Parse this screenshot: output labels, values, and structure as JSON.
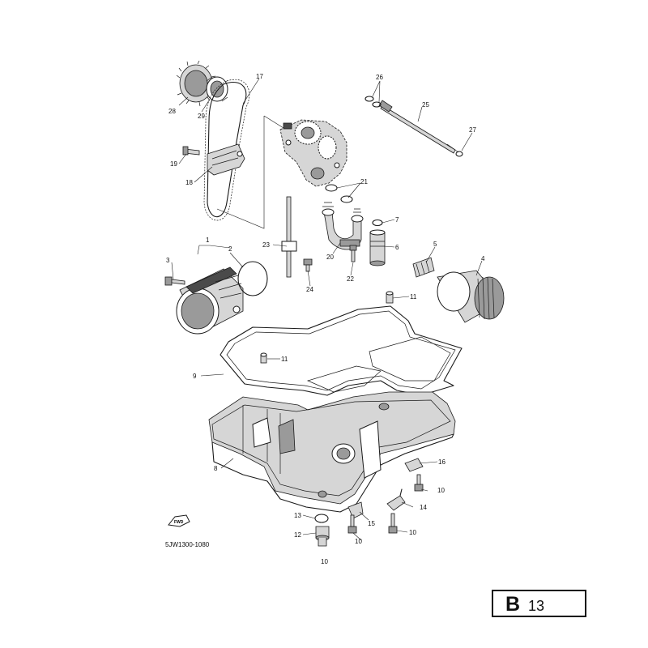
{
  "diagram": {
    "drawing_code": "5JW1300-1080",
    "page_badge": {
      "letter": "B",
      "number": "13"
    },
    "fwd_label": "FWD",
    "callouts": [
      "1",
      "2",
      "3",
      "4",
      "5",
      "6",
      "7",
      "8",
      "9",
      "10",
      "11",
      "12",
      "13",
      "14",
      "15",
      "16",
      "17",
      "18",
      "19",
      "20",
      "21",
      "22",
      "23",
      "24",
      "25",
      "26",
      "27",
      "28",
      "29"
    ],
    "callout_labels": {
      "c1": "1",
      "c2": "2",
      "c3": "3",
      "c4": "4",
      "c5": "5",
      "c6": "6",
      "c7": "7",
      "c8": "8",
      "c9": "9",
      "c10a": "10",
      "c10b": "10",
      "c10c": "10",
      "c10d": "10",
      "c11a": "11",
      "c11b": "11",
      "c12": "12",
      "c13": "13",
      "c14": "14",
      "c15": "15",
      "c16": "16",
      "c17": "17",
      "c18": "18",
      "c19": "19",
      "c20": "20",
      "c21": "21",
      "c22": "22",
      "c23": "23",
      "c24": "24",
      "c25": "25",
      "c26": "26",
      "c27": "27",
      "c28": "28",
      "c29": "29"
    }
  }
}
